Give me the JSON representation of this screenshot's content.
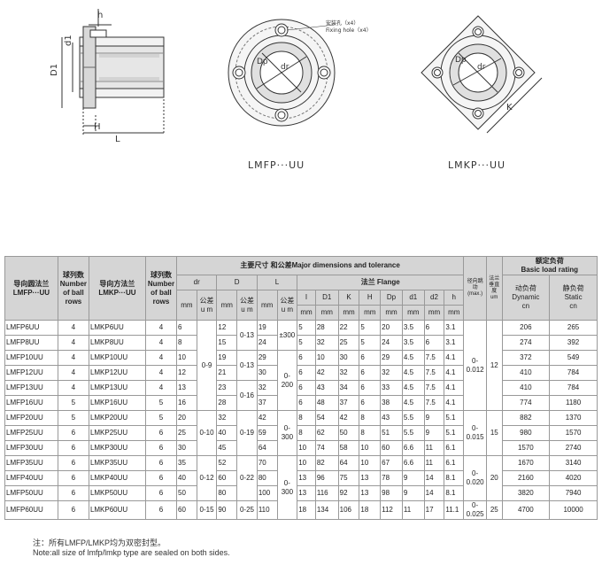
{
  "drawings": {
    "label_round": "LMFP···UU",
    "label_square": "LMKP···UU",
    "fixing_hole_cn": "安装孔（x4）",
    "fixing_hole_en": "Fixing hole（x4）",
    "dim_h": "h",
    "dim_d1": "d1",
    "dim_D1": "D1",
    "dim_H": "H",
    "dim_L": "L",
    "dim_Dp": "Dp",
    "dim_dr": "dr",
    "dim_K": "K"
  },
  "table": {
    "header": {
      "round_cn": "导向圆法兰",
      "round_en": "LMFP···UU",
      "rows_cn": "球列数",
      "rows_en": "Number of ball rows",
      "square_cn": "导向方法兰",
      "square_en": "LMKP···UU",
      "rows2_cn": "球列数",
      "rows2_en": "Number of ball rows",
      "main_dims": "主要尺寸 和公差Major dimensions and tolerance",
      "eccentricity": "径向跳动(max.)",
      "perp_cn": "法兰垂直度",
      "perp_unit": "um",
      "load_cn": "额定负荷",
      "load_en": "Basic load rating",
      "dr": "dr",
      "D": "D",
      "L": "L",
      "flange": "法兰 Flange",
      "mm": "mm",
      "tol": "公差",
      "um": "u m",
      "col_l": "I",
      "col_D1": "D1",
      "col_K": "K",
      "col_H": "H",
      "col_Dp": "Dp",
      "col_d1": "d1",
      "col_d2": "d2",
      "col_h": "h",
      "dyn_cn": "动负荷",
      "dyn_en": "Dynamic",
      "dyn_unit": "cn",
      "sta_cn": "静负荷",
      "sta_en": "Static",
      "sta_unit": "cn"
    },
    "rows": [
      {
        "r": "LMFP6UU",
        "n1": "4",
        "s": "LMKP6UU",
        "n2": "4",
        "dr": "6",
        "D": "12",
        "L": "19",
        "l": "5",
        "D1": "28",
        "K": "22",
        "H": "5",
        "Dp": "20",
        "d1": "3.5",
        "d2": "6",
        "h": "3.1",
        "dyn": "206",
        "sta": "265"
      },
      {
        "r": "LMFP8UU",
        "n1": "4",
        "s": "LMKP8UU",
        "n2": "4",
        "dr": "8",
        "D": "15",
        "L": "24",
        "l": "5",
        "D1": "32",
        "K": "25",
        "H": "5",
        "Dp": "24",
        "d1": "3.5",
        "d2": "6",
        "h": "3.1",
        "dyn": "274",
        "sta": "392"
      },
      {
        "r": "LMFP10UU",
        "n1": "4",
        "s": "LMKP10UU",
        "n2": "4",
        "dr": "10",
        "D": "19",
        "L": "29",
        "l": "6",
        "D1": "10",
        "K": "30",
        "H": "6",
        "Dp": "29",
        "d1": "4.5",
        "d2": "7.5",
        "h": "4.1",
        "dyn": "372",
        "sta": "549"
      },
      {
        "r": "LMFP12UU",
        "n1": "4",
        "s": "LMKP12UU",
        "n2": "4",
        "dr": "12",
        "D": "21",
        "L": "30",
        "l": "6",
        "D1": "42",
        "K": "32",
        "H": "6",
        "Dp": "32",
        "d1": "4.5",
        "d2": "7.5",
        "h": "4.1",
        "dyn": "410",
        "sta": "784"
      },
      {
        "r": "LMFP13UU",
        "n1": "4",
        "s": "LMKP13UU",
        "n2": "4",
        "dr": "13",
        "D": "23",
        "L": "32",
        "l": "6",
        "D1": "43",
        "K": "34",
        "H": "6",
        "Dp": "33",
        "d1": "4.5",
        "d2": "7.5",
        "h": "4.1",
        "dyn": "410",
        "sta": "784"
      },
      {
        "r": "LMFP16UU",
        "n1": "5",
        "s": "LMKP16UU",
        "n2": "5",
        "dr": "16",
        "D": "28",
        "L": "37",
        "l": "6",
        "D1": "48",
        "K": "37",
        "H": "6",
        "Dp": "38",
        "d1": "4.5",
        "d2": "7.5",
        "h": "4.1",
        "dyn": "774",
        "sta": "1180"
      },
      {
        "r": "LMFP20UU",
        "n1": "5",
        "s": "LMKP20UU",
        "n2": "5",
        "dr": "20",
        "D": "32",
        "L": "42",
        "l": "8",
        "D1": "54",
        "K": "42",
        "H": "8",
        "Dp": "43",
        "d1": "5.5",
        "d2": "9",
        "h": "5.1",
        "dyn": "882",
        "sta": "1370"
      },
      {
        "r": "LMFP25UU",
        "n1": "6",
        "s": "LMKP25UU",
        "n2": "6",
        "dr": "25",
        "D": "40",
        "L": "59",
        "l": "8",
        "D1": "62",
        "K": "50",
        "H": "8",
        "Dp": "51",
        "d1": "5.5",
        "d2": "9",
        "h": "5.1",
        "dyn": "980",
        "sta": "1570"
      },
      {
        "r": "LMFP30UU",
        "n1": "6",
        "s": "LMKP30UU",
        "n2": "6",
        "dr": "30",
        "D": "45",
        "L": "64",
        "l": "10",
        "D1": "74",
        "K": "58",
        "H": "10",
        "Dp": "60",
        "d1": "6.6",
        "d2": "11",
        "h": "6.1",
        "dyn": "1570",
        "sta": "2740"
      },
      {
        "r": "LMFP35UU",
        "n1": "6",
        "s": "LMKP35UU",
        "n2": "6",
        "dr": "35",
        "D": "52",
        "L": "70",
        "l": "10",
        "D1": "82",
        "K": "64",
        "H": "10",
        "Dp": "67",
        "d1": "6.6",
        "d2": "11",
        "h": "6.1",
        "dyn": "1670",
        "sta": "3140"
      },
      {
        "r": "LMFP40UU",
        "n1": "6",
        "s": "LMKP40UU",
        "n2": "6",
        "dr": "40",
        "D": "60",
        "L": "80",
        "l": "13",
        "D1": "96",
        "K": "75",
        "H": "13",
        "Dp": "78",
        "d1": "9",
        "d2": "14",
        "h": "8.1",
        "dyn": "2160",
        "sta": "4020"
      },
      {
        "r": "LMFP50UU",
        "n1": "6",
        "s": "LMKP50UU",
        "n2": "6",
        "dr": "50",
        "D": "80",
        "L": "100",
        "l": "13",
        "D1": "116",
        "K": "92",
        "H": "13",
        "Dp": "98",
        "d1": "9",
        "d2": "14",
        "h": "8.1",
        "dyn": "3820",
        "sta": "7940"
      },
      {
        "r": "LMFP60UU",
        "n1": "6",
        "s": "LMKP60UU",
        "n2": "6",
        "dr": "60",
        "D": "90",
        "L": "110",
        "l": "18",
        "D1": "134",
        "K": "106",
        "H": "18",
        "Dp": "112",
        "d1": "11",
        "d2": "17",
        "h": "11.1",
        "dyn": "4700",
        "sta": "10000"
      }
    ],
    "tolerances": {
      "dr_1": "0-9",
      "dr_2": "0-10",
      "dr_3": "0-12",
      "dr_4": "0-15",
      "D_1": "0-13",
      "D_2": "0-16",
      "D_3": "0-19",
      "D_4": "0-22",
      "D_5": "0-25",
      "L_1": "±300",
      "L_2": "0-200",
      "L_3": "0-300",
      "ecc_1": "0-0.012",
      "ecc_2": "0-0.015",
      "ecc_3": "0-0.020",
      "ecc_4": "0-0.025",
      "perp_1": "12",
      "perp_2": "15",
      "perp_3": "20",
      "perp_4": "25"
    }
  },
  "notes": {
    "cn": "注：所有LMFP/LMKP均为双密封型。",
    "en": "Note:all size of lmfp/lmkp type are sealed on both sides."
  }
}
